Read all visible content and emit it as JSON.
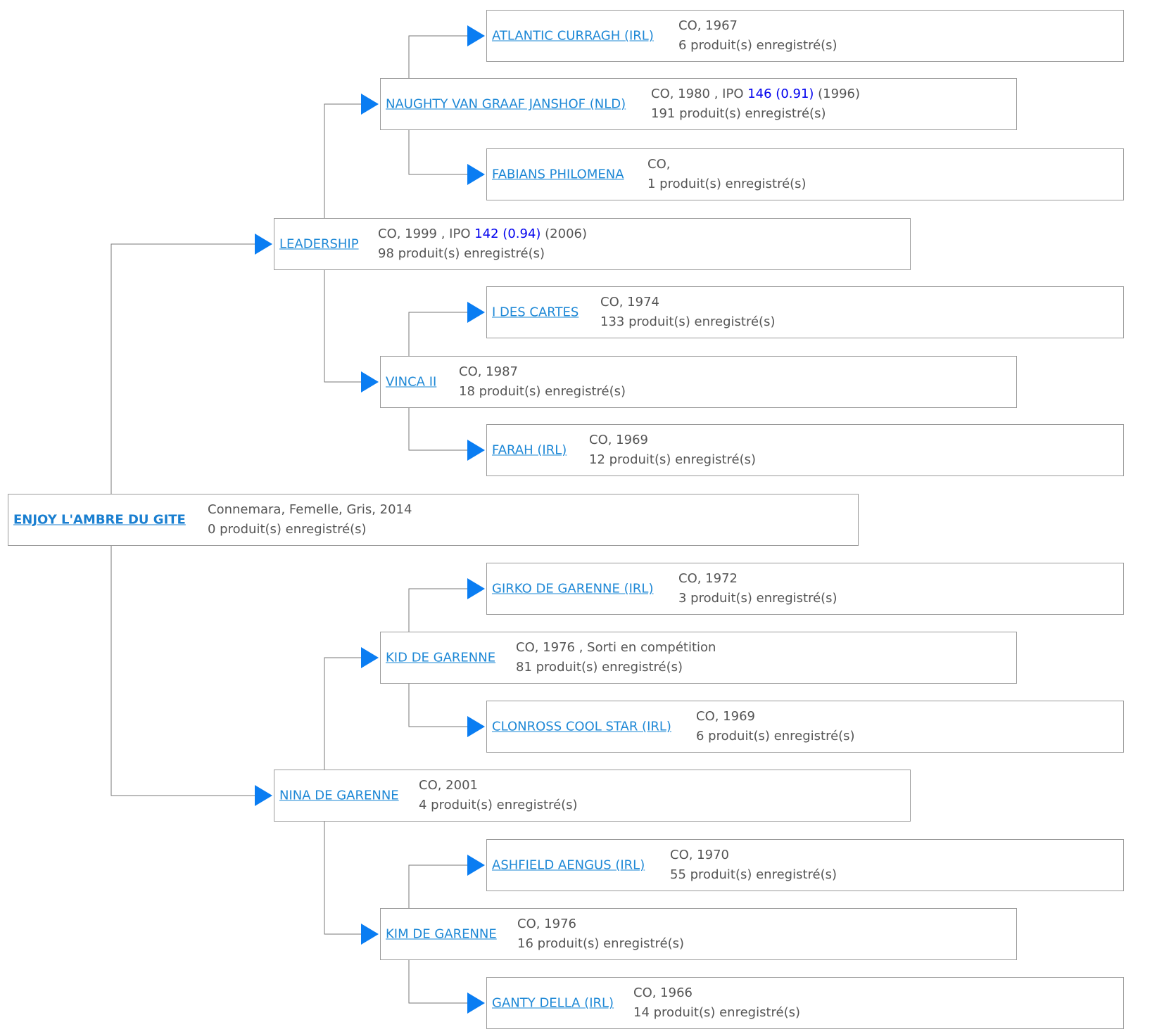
{
  "colors": {
    "link": "#1e88d6",
    "arrow": "#0a7df2",
    "highlight": "#0000ee",
    "text": "#555555",
    "border": "#9a9a9a"
  },
  "icons": {
    "arrow": "triangle-right-arrow-icon"
  },
  "horses": [
    {
      "id": "root",
      "name": "ENJOY L'AMBRE DU GITE",
      "line1": [
        {
          "text": "Connemara, Femelle, Gris, 2014"
        }
      ],
      "line2": "0 produit(s) enregistré(s)"
    },
    {
      "id": "p",
      "name": "LEADERSHIP",
      "line1": [
        {
          "text": "CO, 1999 , IPO "
        },
        {
          "text": "142 (0.94)",
          "hl": true
        },
        {
          "text": " (2006)"
        }
      ],
      "line2": "98 produit(s) enregistré(s)"
    },
    {
      "id": "m",
      "name": "NINA DE GARENNE",
      "line1": [
        {
          "text": "CO, 2001"
        }
      ],
      "line2": "4 produit(s) enregistré(s)"
    },
    {
      "id": "pp",
      "name": "NAUGHTY VAN GRAAF JANSHOF (NLD)",
      "line1": [
        {
          "text": "CO, 1980 , IPO "
        },
        {
          "text": "146 (0.91)",
          "hl": true
        },
        {
          "text": " (1996)"
        }
      ],
      "line2": "191 produit(s) enregistré(s)"
    },
    {
      "id": "pm",
      "name": "VINCA II",
      "line1": [
        {
          "text": "CO, 1987"
        }
      ],
      "line2": "18 produit(s) enregistré(s)"
    },
    {
      "id": "mp",
      "name": "KID DE GARENNE",
      "line1": [
        {
          "text": "CO, 1976 , Sorti en compétition"
        }
      ],
      "line2": "81 produit(s) enregistré(s)"
    },
    {
      "id": "mm",
      "name": "KIM DE GARENNE",
      "line1": [
        {
          "text": "CO, 1976"
        }
      ],
      "line2": "16 produit(s) enregistré(s)"
    },
    {
      "id": "ppp",
      "name": "ATLANTIC CURRAGH (IRL)",
      "line1": [
        {
          "text": "CO, 1967"
        }
      ],
      "line2": "6 produit(s) enregistré(s)"
    },
    {
      "id": "ppm",
      "name": "FABIANS PHILOMENA",
      "line1": [
        {
          "text": "CO,"
        }
      ],
      "line2": "1 produit(s) enregistré(s)"
    },
    {
      "id": "pmp",
      "name": "I DES CARTES",
      "line1": [
        {
          "text": "CO, 1974"
        }
      ],
      "line2": "133 produit(s) enregistré(s)"
    },
    {
      "id": "pmm",
      "name": "FARAH (IRL)",
      "line1": [
        {
          "text": "CO, 1969"
        }
      ],
      "line2": "12 produit(s) enregistré(s)"
    },
    {
      "id": "mpp",
      "name": "GIRKO DE GARENNE (IRL)",
      "line1": [
        {
          "text": "CO, 1972"
        }
      ],
      "line2": "3 produit(s) enregistré(s)"
    },
    {
      "id": "mpm",
      "name": "CLONROSS COOL STAR (IRL)",
      "line1": [
        {
          "text": "CO, 1969"
        }
      ],
      "line2": "6 produit(s) enregistré(s)"
    },
    {
      "id": "mmp",
      "name": "ASHFIELD AENGUS (IRL)",
      "line1": [
        {
          "text": "CO, 1970"
        }
      ],
      "line2": "55 produit(s) enregistré(s)"
    },
    {
      "id": "mmm",
      "name": "GANTY DELLA (IRL)",
      "line1": [
        {
          "text": "CO, 1966"
        }
      ],
      "line2": "14 produit(s) enregistré(s)"
    }
  ]
}
